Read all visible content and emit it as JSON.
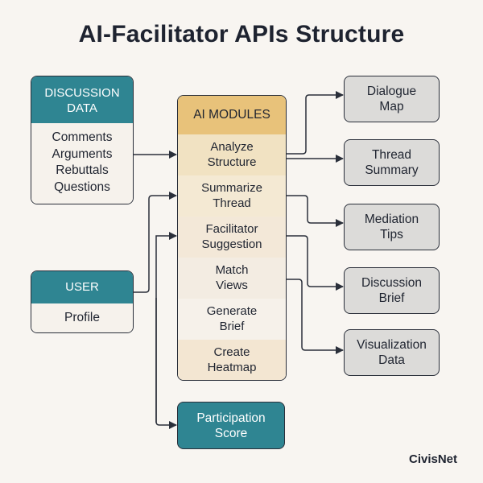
{
  "title": "AI-Facilitator APIs Structure",
  "inputs": {
    "discussion_data": {
      "header": [
        "DISCUSSION",
        "DATA"
      ],
      "items": [
        "Comments",
        "Arguments",
        "Rebuttals",
        "Questions"
      ]
    },
    "user": {
      "header": "USER",
      "items": [
        "Profile"
      ]
    }
  },
  "ai_modules": {
    "header": "AI MODULES",
    "items": [
      {
        "line1": "Analyze",
        "line2": "Structure"
      },
      {
        "line1": "Summarize",
        "line2": "Thread"
      },
      {
        "line1": "Facilitator",
        "line2": "Suggestion"
      },
      {
        "line1": "Match",
        "line2": "Views"
      },
      {
        "line1": "Generate",
        "line2": "Brief"
      },
      {
        "line1": "Create",
        "line2": "Heatmap"
      }
    ]
  },
  "outputs": [
    {
      "line1": "Dialogue",
      "line2": "Map"
    },
    {
      "line1": "Thread",
      "line2": "Summary"
    },
    {
      "line1": "Mediation",
      "line2": "Tips"
    },
    {
      "line1": "Discussion",
      "line2": "Brief"
    },
    {
      "line1": "Visualization",
      "line2": "Data"
    }
  ],
  "participation_score": {
    "line1": "Participation",
    "line2": "Score"
  },
  "brand": "CivisNet",
  "colors": {
    "teal": "#2f8592",
    "module_header": "#e8c27a",
    "output_box": "#dcdbd9",
    "line": "#2a2f3a",
    "background": "#f8f5f1"
  }
}
